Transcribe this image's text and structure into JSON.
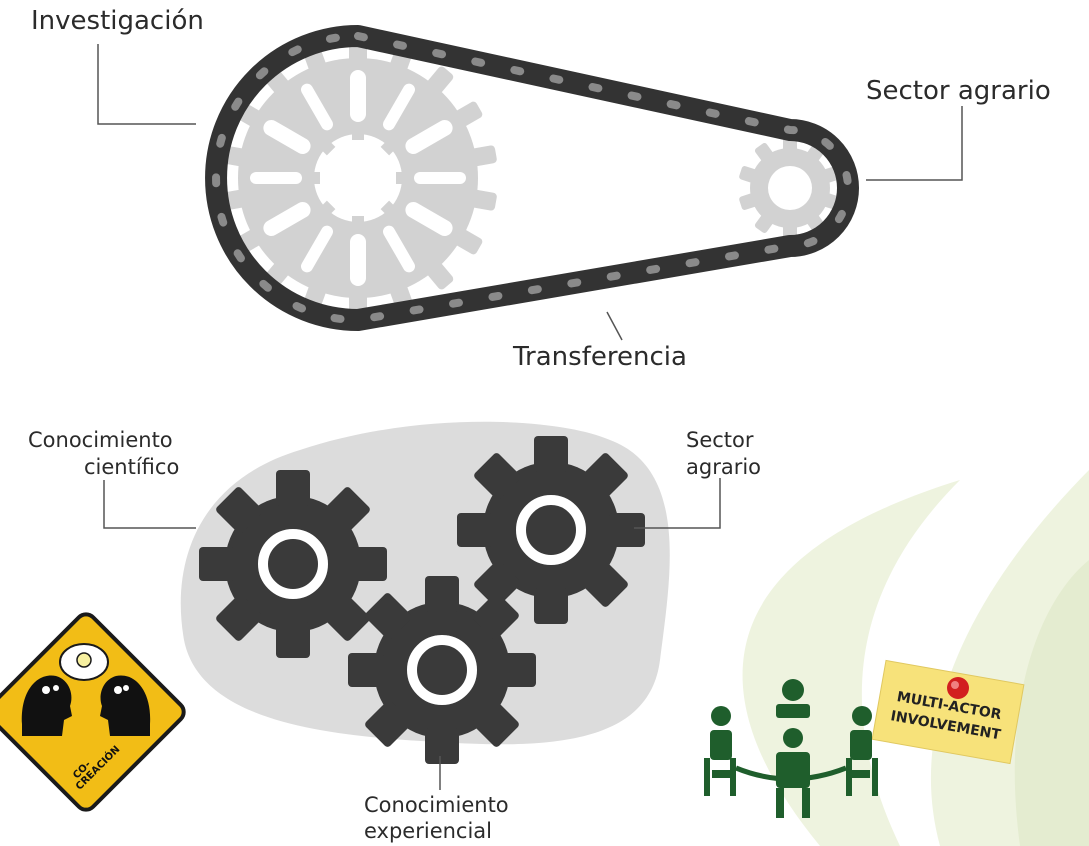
{
  "top": {
    "labels": {
      "investigacion": "Investigación",
      "sector_agrario": "Sector agrario",
      "transferencia": "Transferencia"
    }
  },
  "bottom": {
    "labels": {
      "conocimiento_cientifico_1": "Conocimiento",
      "conocimiento_cientifico_2": "científico",
      "sector_1": "Sector",
      "sector_2": "agrario",
      "conocimiento_experiencial_1": "Conocimiento",
      "conocimiento_experiencial_2": "experiencial"
    },
    "cocreacion_sign": {
      "line1": "CO-",
      "line2": "CREACIÓN"
    },
    "note": {
      "line1": "MULTI-ACTOR",
      "line2": "INVOLVEMENT"
    }
  },
  "colors": {
    "chain": "#3a3a3a",
    "sprocket": "#d0d0d0",
    "gear": "#3a3a3a",
    "blob": "#dcdcdc",
    "sign": "#f2bd16",
    "people": "#1f5e2c",
    "note": "#f7e27a",
    "pin": "#d21f1f",
    "leaf": "#eef3df"
  }
}
